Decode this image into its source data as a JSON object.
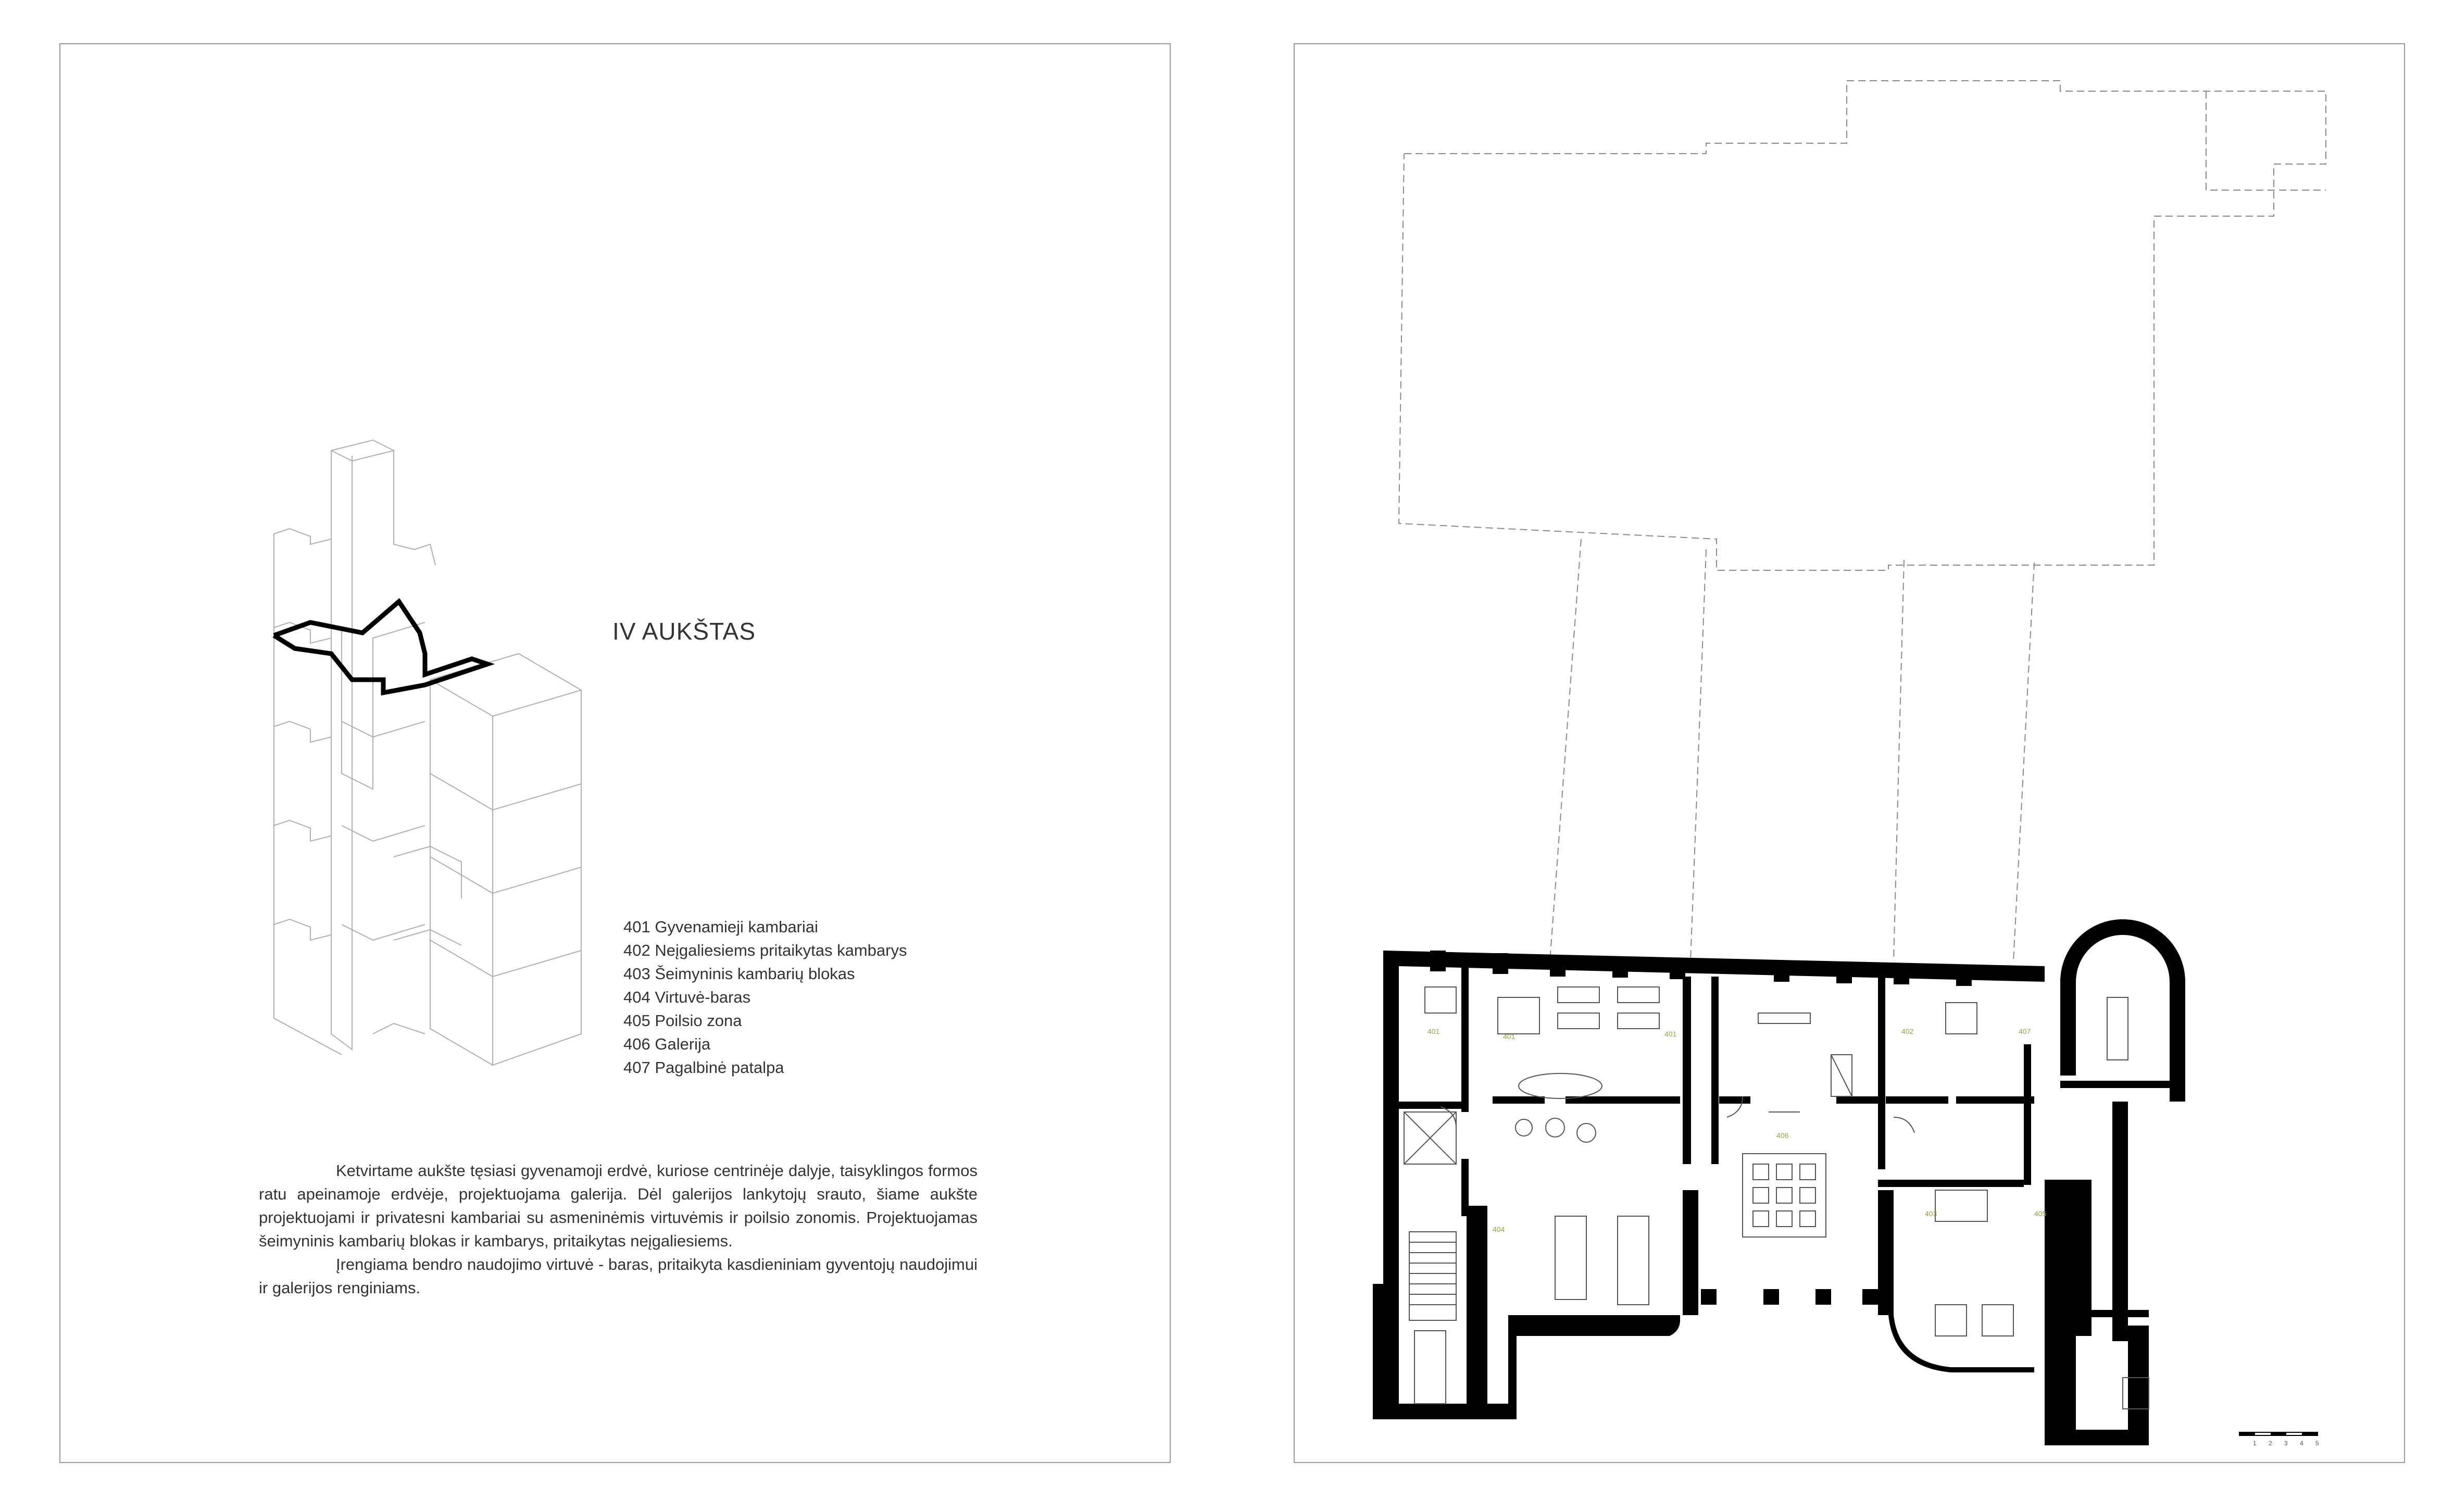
{
  "left_page": {
    "title": "IV AUKŠTAS",
    "legend": [
      "401 Gyvenamieji kambariai",
      "402 Neįgaliesiems pritaikytas kambarys",
      "403 Šeimyninis kambarių blokas",
      "404 Virtuvė-baras",
      "405 Poilsio zona",
      "406 Galerija",
      "407 Pagalbinė patalpa"
    ],
    "description": [
      "Ketvirtame aukšte tęsiasi gyvenamoji erdvė, kuriose centrinėje dalyje, taisyklingos formos ratu apeinamoje erdvėje, projektuojama galerija. Dėl galerijos lankytojų srauto, šiame aukšte projektuojami ir privatesni kambariai su asmeninėmis virtuvėmis ir poilsio zonomis. Projektuojamas šeimyninis kambarių blokas ir kambarys, pritaikytas neįgaliesiems.",
      "Įrengiama bendro naudojimo virtuvė - baras, pritaikyta kasdieniniam gyventojų naudojimui ir galerijos renginiams."
    ]
  },
  "right_page": {
    "room_labels": [
      "401",
      "401",
      "401",
      "402",
      "407",
      "406",
      "404",
      "403",
      "405"
    ],
    "scale_labels": [
      "1",
      "2",
      "3",
      "4",
      "5"
    ]
  },
  "colors": {
    "wall": "#000000",
    "outline": "#9a9a9a",
    "room_label": "#9aa04a"
  }
}
